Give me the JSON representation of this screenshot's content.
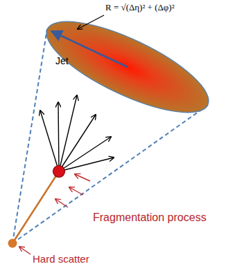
{
  "diagram": {
    "labels": [
      "R = √(Δη)² + (Δφ)²",
      "Jet",
      "Fragmentation process",
      "Hard scatter"
    ]
  }
}
